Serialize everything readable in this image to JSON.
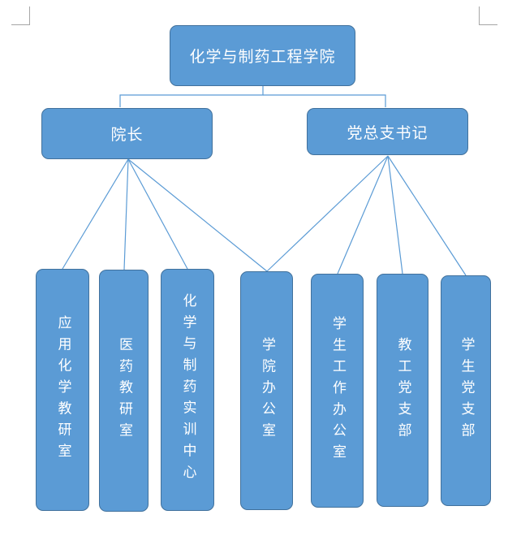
{
  "root": {
    "label": "化学与制药工程学院"
  },
  "leaders": [
    {
      "id": "dean",
      "label": "院长"
    },
    {
      "id": "secretary",
      "label": "党总支书记"
    }
  ],
  "units": [
    {
      "id": "applied-chem",
      "label": "应用化学教研室"
    },
    {
      "id": "pharma",
      "label": "医药教研室"
    },
    {
      "id": "training-center",
      "label": "化学与制药实训中心"
    },
    {
      "id": "college-office",
      "label": "学院办公室"
    },
    {
      "id": "student-affairs",
      "label": "学生工作办公室"
    },
    {
      "id": "faculty-party",
      "label": "教工党支部"
    },
    {
      "id": "student-party",
      "label": "学生党支部"
    }
  ],
  "colors": {
    "box_fill": "#5b9bd5",
    "box_border": "#41719c",
    "connector": "#5b9bd5",
    "text": "#ffffff"
  }
}
